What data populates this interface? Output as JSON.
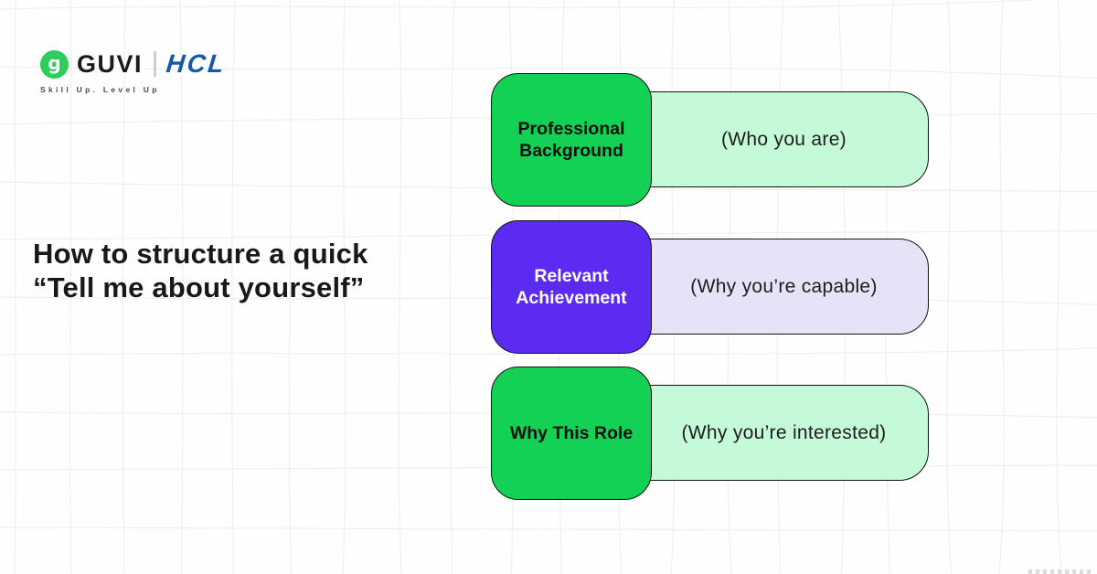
{
  "brand": {
    "logo_glyph": "g",
    "guvi_text": "GUVI",
    "hcl_text": "HCL",
    "tagline": "Skill Up. Level Up"
  },
  "title": {
    "line1": "How to structure a quick",
    "line2": "“Tell me about yourself”"
  },
  "rows": [
    {
      "label": "Professional Background",
      "description": "(Who you are)",
      "label_bg": "#12d154",
      "label_color": "#101010",
      "desc_bg": "#c5fad8"
    },
    {
      "label": "Relevant Achievement",
      "description": "(Why you’re capable)",
      "label_bg": "#5c2bf2",
      "label_color": "#ffffff",
      "desc_bg": "#e6e2f7"
    },
    {
      "label": "Why This Role",
      "description": "(Why you’re interested)",
      "label_bg": "#12d154",
      "label_color": "#101010",
      "desc_bg": "#c5fad8"
    }
  ],
  "colors": {
    "accent_green": "#12d154",
    "light_green": "#c5fad8",
    "accent_purple": "#5c2bf2",
    "light_purple": "#e6e2f7",
    "guvi_green": "#2ecc5b",
    "hcl_blue": "#155aa7",
    "title_text": "#181818",
    "grid_line": "#efefef",
    "border_black": "#141414"
  }
}
